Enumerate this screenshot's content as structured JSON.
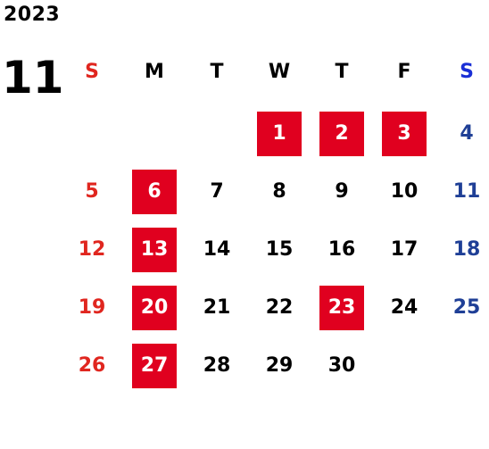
{
  "year": "2023",
  "month": "11",
  "colors": {
    "sunday": "#e0261f",
    "saturday": "#1f3f96",
    "weekday": "#000000",
    "holiday_bg": "#e0001f",
    "holiday_text": "#ffffff"
  },
  "weekdays": [
    {
      "label": "S",
      "kind": "sunday"
    },
    {
      "label": "M",
      "kind": "weekday"
    },
    {
      "label": "T",
      "kind": "weekday"
    },
    {
      "label": "W",
      "kind": "weekday"
    },
    {
      "label": "T",
      "kind": "weekday"
    },
    {
      "label": "F",
      "kind": "weekday"
    },
    {
      "label": "S",
      "kind": "saturday"
    }
  ],
  "weeks": [
    [
      null,
      null,
      null,
      {
        "label": "1",
        "kind": "holiday"
      },
      {
        "label": "2",
        "kind": "holiday"
      },
      {
        "label": "3",
        "kind": "holiday"
      },
      {
        "label": "4",
        "kind": "saturday"
      }
    ],
    [
      {
        "label": "5",
        "kind": "sunday"
      },
      {
        "label": "6",
        "kind": "holiday"
      },
      {
        "label": "7",
        "kind": "weekday"
      },
      {
        "label": "8",
        "kind": "weekday"
      },
      {
        "label": "9",
        "kind": "weekday"
      },
      {
        "label": "10",
        "kind": "weekday"
      },
      {
        "label": "11",
        "kind": "saturday"
      }
    ],
    [
      {
        "label": "12",
        "kind": "sunday"
      },
      {
        "label": "13",
        "kind": "holiday"
      },
      {
        "label": "14",
        "kind": "weekday"
      },
      {
        "label": "15",
        "kind": "weekday"
      },
      {
        "label": "16",
        "kind": "weekday"
      },
      {
        "label": "17",
        "kind": "weekday"
      },
      {
        "label": "18",
        "kind": "saturday"
      }
    ],
    [
      {
        "label": "19",
        "kind": "sunday"
      },
      {
        "label": "20",
        "kind": "holiday"
      },
      {
        "label": "21",
        "kind": "weekday"
      },
      {
        "label": "22",
        "kind": "weekday"
      },
      {
        "label": "23",
        "kind": "holiday"
      },
      {
        "label": "24",
        "kind": "weekday"
      },
      {
        "label": "25",
        "kind": "saturday"
      }
    ],
    [
      {
        "label": "26",
        "kind": "sunday"
      },
      {
        "label": "27",
        "kind": "holiday"
      },
      {
        "label": "28",
        "kind": "weekday"
      },
      {
        "label": "29",
        "kind": "weekday"
      },
      {
        "label": "30",
        "kind": "weekday"
      },
      null,
      null
    ]
  ]
}
